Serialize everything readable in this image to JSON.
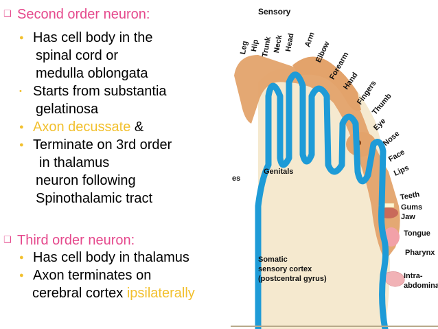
{
  "second": {
    "title": "Second order neuron:",
    "items": [
      {
        "text": "Has cell body in the"
      },
      {
        "text": "Starts from substantia"
      },
      {
        "text_pre": "Axon decussate",
        "text_post": " &"
      },
      {
        "text": "Terminate on 3rd order"
      }
    ],
    "lines": {
      "l1a": "spinal cord or",
      "l1b": "medulla oblongata",
      "l2a": "gelatinosa",
      "l4a": "in thalamus",
      "l4b": "neuron following",
      "l4c": "Spinothalamic tract"
    }
  },
  "third": {
    "title": "Third order neuron:",
    "items": [
      {
        "text": "Has cell body in thalamus"
      },
      {
        "text": "Axon terminates on"
      }
    ],
    "lines": {
      "l2a_pre": "cerebral cortex ",
      "l2a_post": "ipsilaterally"
    }
  },
  "figure": {
    "title": "Sensory",
    "body_labels": [
      "Leg",
      "Hip",
      "Trunk",
      "Neck",
      "Head",
      "Arm",
      "Elbow",
      "Forearm",
      "Hand",
      "Fingers",
      "Thumb",
      "Eye",
      "Nose",
      "Face",
      "Lips",
      "Teeth",
      "Gums",
      "Jaw",
      "Tongue",
      "Pharynx",
      "Intra-",
      "abdominal"
    ],
    "genitals": "Genitals",
    "pes": "es",
    "cortex_1": "Somatic",
    "cortex_2": "sensory cortex",
    "cortex_3": "(postcentral gyrus)"
  },
  "colors": {
    "heading": "#e5488c",
    "highlight": "#f2c02e",
    "cortex_blue": "#1e9bd7",
    "homunculus": "#e3a36b",
    "tissue": "#f5e9cf"
  }
}
